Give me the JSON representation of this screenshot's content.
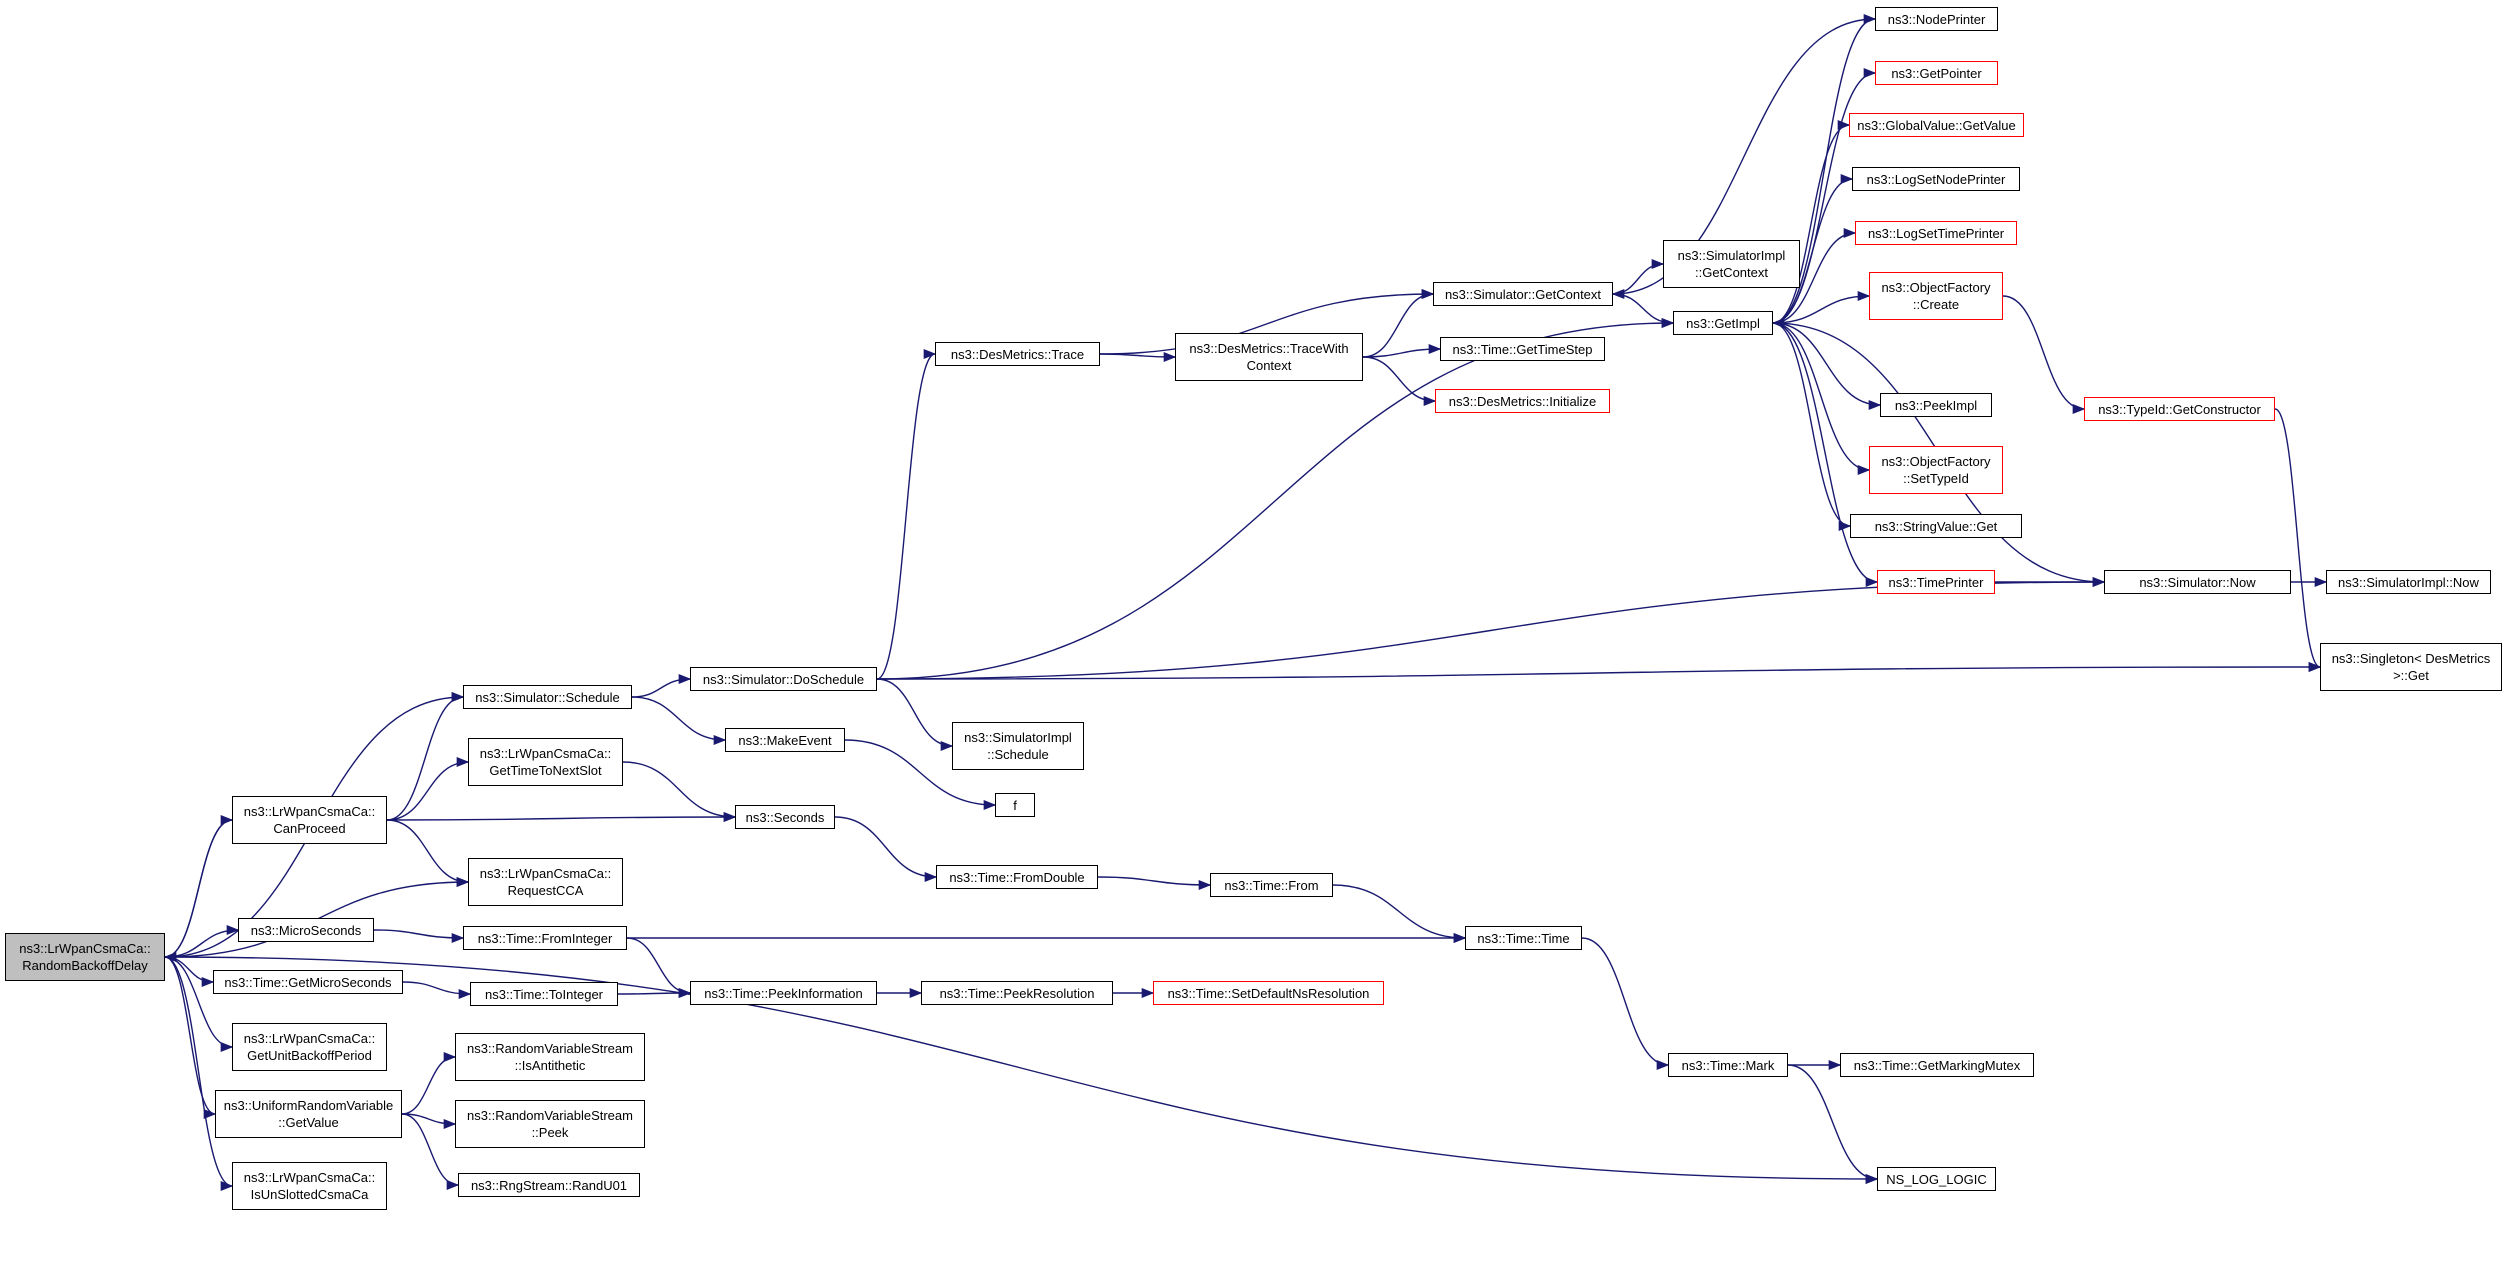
{
  "colors": {
    "edge": "#191970",
    "border": "#000000",
    "incomplete_border": "#ff0000",
    "root_fill": "#bfbfbf"
  },
  "nodes": [
    {
      "id": "n0",
      "label": "ns3::LrWpanCsmaCa::\nRandomBackoffDelay",
      "style": "root"
    },
    {
      "id": "n1",
      "label": "ns3::Simulator::Schedule",
      "style": "normal"
    },
    {
      "id": "n2",
      "label": "ns3::LrWpanCsmaCa::\nCanProceed",
      "style": "normal"
    },
    {
      "id": "n3",
      "label": "ns3::LrWpanCsmaCa::\nGetTimeToNextSlot",
      "style": "normal"
    },
    {
      "id": "n4",
      "label": "ns3::LrWpanCsmaCa::\nRequestCCA",
      "style": "normal"
    },
    {
      "id": "n5",
      "label": "ns3::MicroSeconds",
      "style": "normal"
    },
    {
      "id": "n6",
      "label": "ns3::Time::FromInteger",
      "style": "normal"
    },
    {
      "id": "n7",
      "label": "ns3::Time::GetMicroSeconds",
      "style": "normal"
    },
    {
      "id": "n8",
      "label": "ns3::Time::ToInteger",
      "style": "normal"
    },
    {
      "id": "n9",
      "label": "ns3::LrWpanCsmaCa::\nGetUnitBackoffPeriod",
      "style": "normal"
    },
    {
      "id": "n10",
      "label": "ns3::UniformRandomVariable\n::GetValue",
      "style": "normal"
    },
    {
      "id": "n11",
      "label": "ns3::RandomVariableStream\n::IsAntithetic",
      "style": "normal"
    },
    {
      "id": "n12",
      "label": "ns3::RandomVariableStream\n::Peek",
      "style": "normal"
    },
    {
      "id": "n13",
      "label": "ns3::RngStream::RandU01",
      "style": "normal"
    },
    {
      "id": "n14",
      "label": "ns3::LrWpanCsmaCa::\nIsUnSlottedCsmaCa",
      "style": "normal"
    },
    {
      "id": "n15",
      "label": "ns3::Simulator::DoSchedule",
      "style": "normal"
    },
    {
      "id": "n16",
      "label": "ns3::MakeEvent",
      "style": "normal"
    },
    {
      "id": "n17",
      "label": "ns3::Seconds",
      "style": "normal"
    },
    {
      "id": "n18",
      "label": "ns3::Time::PeekInformation",
      "style": "normal"
    },
    {
      "id": "n19",
      "label": "ns3::DesMetrics::Trace",
      "style": "normal"
    },
    {
      "id": "n20",
      "label": "ns3::SimulatorImpl\n::Schedule",
      "style": "normal"
    },
    {
      "id": "n21",
      "label": "f",
      "style": "normal"
    },
    {
      "id": "n22",
      "label": "ns3::Time::FromDouble",
      "style": "normal"
    },
    {
      "id": "n23",
      "label": "ns3::Time::PeekResolution",
      "style": "normal"
    },
    {
      "id": "n24",
      "label": "ns3::DesMetrics::TraceWith\nContext",
      "style": "normal"
    },
    {
      "id": "n25",
      "label": "ns3::Time::From",
      "style": "normal"
    },
    {
      "id": "n26",
      "label": "ns3::Time::SetDefaultNsResolution",
      "style": "red"
    },
    {
      "id": "n27",
      "label": "ns3::Simulator::GetContext",
      "style": "normal"
    },
    {
      "id": "n28",
      "label": "ns3::Time::GetTimeStep",
      "style": "normal"
    },
    {
      "id": "n29",
      "label": "ns3::DesMetrics::Initialize",
      "style": "red"
    },
    {
      "id": "n30",
      "label": "ns3::Time::Time",
      "style": "normal"
    },
    {
      "id": "n31",
      "label": "ns3::SimulatorImpl\n::GetContext",
      "style": "normal"
    },
    {
      "id": "n32",
      "label": "ns3::GetImpl",
      "style": "normal"
    },
    {
      "id": "n33",
      "label": "ns3::Time::Mark",
      "style": "normal"
    },
    {
      "id": "n34",
      "label": "ns3::NodePrinter",
      "style": "normal"
    },
    {
      "id": "n35",
      "label": "ns3::GetPointer",
      "style": "red"
    },
    {
      "id": "n36",
      "label": "ns3::GlobalValue::GetValue",
      "style": "red"
    },
    {
      "id": "n37",
      "label": "ns3::LogSetNodePrinter",
      "style": "normal"
    },
    {
      "id": "n38",
      "label": "ns3::LogSetTimePrinter",
      "style": "red"
    },
    {
      "id": "n39",
      "label": "ns3::ObjectFactory\n::Create",
      "style": "red"
    },
    {
      "id": "n40",
      "label": "ns3::PeekImpl",
      "style": "normal"
    },
    {
      "id": "n41",
      "label": "ns3::ObjectFactory\n::SetTypeId",
      "style": "red"
    },
    {
      "id": "n42",
      "label": "ns3::StringValue::Get",
      "style": "normal"
    },
    {
      "id": "n43",
      "label": "ns3::TimePrinter",
      "style": "red"
    },
    {
      "id": "n44",
      "label": "ns3::Simulator::Now",
      "style": "normal"
    },
    {
      "id": "n45",
      "label": "ns3::Time::GetMarkingMutex",
      "style": "normal"
    },
    {
      "id": "n46",
      "label": "NS_LOG_LOGIC",
      "style": "normal"
    },
    {
      "id": "n47",
      "label": "ns3::TypeId::GetConstructor",
      "style": "red"
    },
    {
      "id": "n48",
      "label": "ns3::SimulatorImpl::Now",
      "style": "normal"
    },
    {
      "id": "n49",
      "label": "ns3::Singleton< DesMetrics\n >::Get",
      "style": "normal"
    }
  ],
  "edges": [
    [
      "n0",
      "n1"
    ],
    [
      "n0",
      "n2"
    ],
    [
      "n0",
      "n4"
    ],
    [
      "n0",
      "n5"
    ],
    [
      "n0",
      "n7"
    ],
    [
      "n0",
      "n9"
    ],
    [
      "n0",
      "n10"
    ],
    [
      "n0",
      "n14"
    ],
    [
      "n0",
      "n46"
    ],
    [
      "n2",
      "n0"
    ],
    [
      "n2",
      "n1"
    ],
    [
      "n2",
      "n3"
    ],
    [
      "n2",
      "n17"
    ],
    [
      "n2",
      "n4"
    ],
    [
      "n1",
      "n15"
    ],
    [
      "n1",
      "n16"
    ],
    [
      "n3",
      "n17"
    ],
    [
      "n5",
      "n6"
    ],
    [
      "n6",
      "n30"
    ],
    [
      "n6",
      "n18"
    ],
    [
      "n7",
      "n8"
    ],
    [
      "n8",
      "n18"
    ],
    [
      "n10",
      "n11"
    ],
    [
      "n10",
      "n12"
    ],
    [
      "n10",
      "n13"
    ],
    [
      "n15",
      "n19"
    ],
    [
      "n15",
      "n32"
    ],
    [
      "n15",
      "n20"
    ],
    [
      "n15",
      "n44"
    ],
    [
      "n15",
      "n49"
    ],
    [
      "n16",
      "n21"
    ],
    [
      "n17",
      "n22"
    ],
    [
      "n18",
      "n23"
    ],
    [
      "n19",
      "n24"
    ],
    [
      "n19",
      "n27"
    ],
    [
      "n22",
      "n25"
    ],
    [
      "n23",
      "n26"
    ],
    [
      "n24",
      "n27"
    ],
    [
      "n24",
      "n28"
    ],
    [
      "n24",
      "n29"
    ],
    [
      "n25",
      "n30"
    ],
    [
      "n27",
      "n31"
    ],
    [
      "n27",
      "n32"
    ],
    [
      "n30",
      "n33"
    ],
    [
      "n32",
      "n34"
    ],
    [
      "n32",
      "n35"
    ],
    [
      "n32",
      "n36"
    ],
    [
      "n32",
      "n37"
    ],
    [
      "n32",
      "n38"
    ],
    [
      "n32",
      "n39"
    ],
    [
      "n32",
      "n40"
    ],
    [
      "n32",
      "n41"
    ],
    [
      "n32",
      "n42"
    ],
    [
      "n32",
      "n43"
    ],
    [
      "n34",
      "n27"
    ],
    [
      "n39",
      "n47"
    ],
    [
      "n43",
      "n44"
    ],
    [
      "n44",
      "n32"
    ],
    [
      "n44",
      "n48"
    ],
    [
      "n47",
      "n49"
    ],
    [
      "n33",
      "n45"
    ],
    [
      "n33",
      "n46"
    ]
  ]
}
